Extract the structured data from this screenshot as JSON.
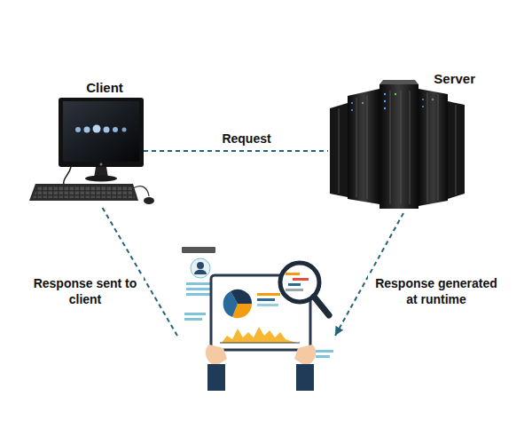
{
  "diagram": {
    "nodes": [
      {
        "text": [
          "Client"
        ]
      },
      {
        "text": [
          "Server"
        ]
      },
      {
        "text": []
      }
    ],
    "edges": [
      {
        "from": 0,
        "to": 1,
        "arrow": "none",
        "label": "Request"
      },
      {
        "from": 1,
        "to": 2,
        "arrow": "to",
        "label": "Response generated at runtime"
      },
      {
        "from": 2,
        "to": 0,
        "arrow": "none",
        "label": "Response sent to client"
      }
    ]
  }
}
